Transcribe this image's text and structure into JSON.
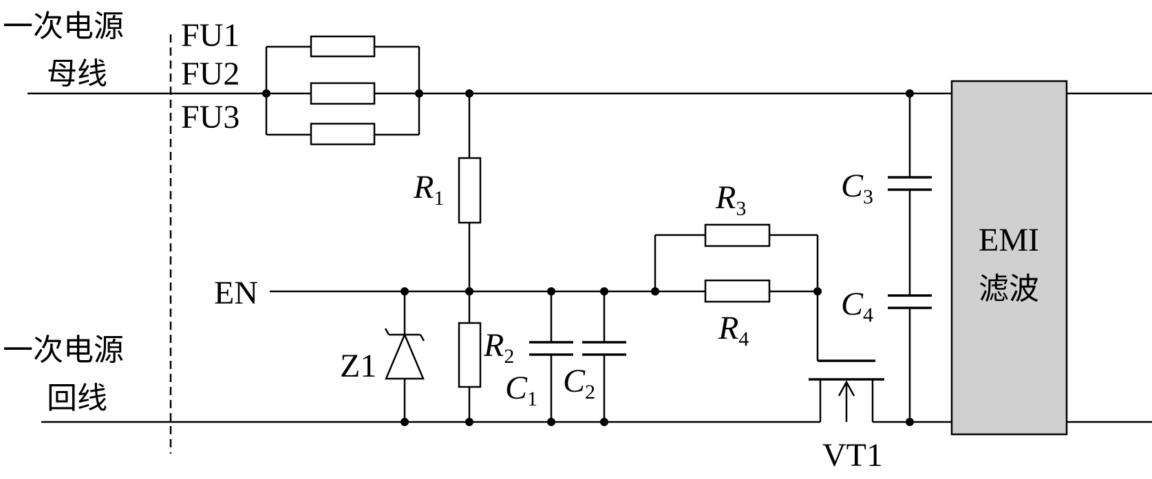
{
  "left_labels": {
    "positive_bus_line1": "一次电源",
    "positive_bus_line2": "母线",
    "return_bus_line1": "一次电源",
    "return_bus_line2": "回线"
  },
  "fuses": [
    "FU1",
    "FU2",
    "FU3"
  ],
  "enable_label": "EN",
  "resistors": {
    "r1": {
      "letter": "R",
      "sub": "1"
    },
    "r2": {
      "letter": "R",
      "sub": "2"
    },
    "r3": {
      "letter": "R",
      "sub": "3"
    },
    "r4": {
      "letter": "R",
      "sub": "4"
    }
  },
  "capacitors": {
    "c1": {
      "letter": "C",
      "sub": "1"
    },
    "c2": {
      "letter": "C",
      "sub": "2"
    },
    "c3": {
      "letter": "C",
      "sub": "3"
    },
    "c4": {
      "letter": "C",
      "sub": "4"
    }
  },
  "zener_label": "Z1",
  "transistor_label": "VT1",
  "emi_filter": {
    "line1": "EMI",
    "line2": "滤波",
    "fill": "#d0d0d0"
  }
}
